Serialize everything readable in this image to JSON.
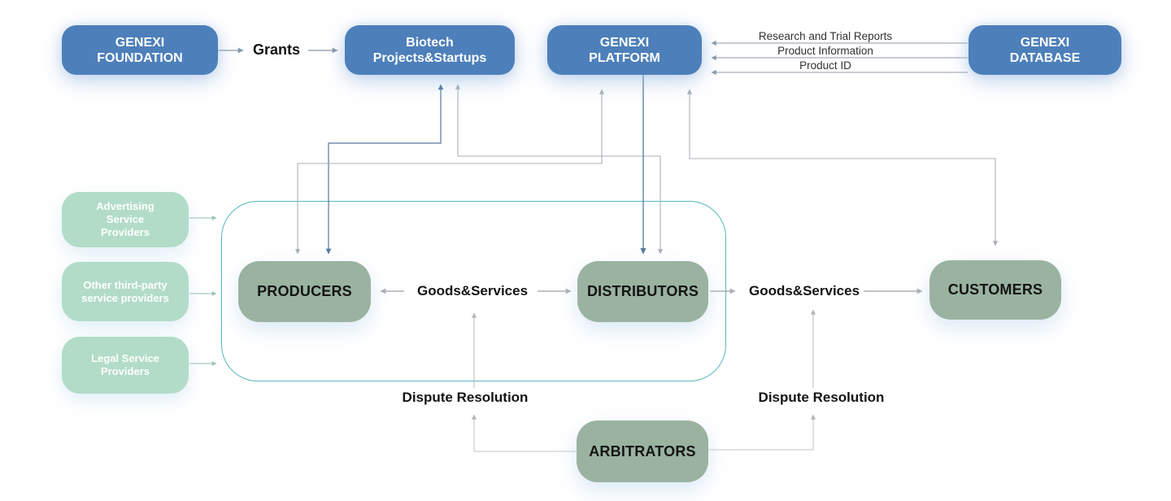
{
  "diagram": {
    "title": "GENEXI ecosystem flow diagram",
    "nodes": {
      "foundation": {
        "label": "GENEXI\nFOUNDATION",
        "type": "platform-entity"
      },
      "biotech": {
        "label": "Biotech\nProjects&Startups",
        "type": "platform-entity"
      },
      "platform": {
        "label": "GENEXI\nPLATFORM",
        "type": "platform-entity"
      },
      "database": {
        "label": "GENEXI\nDATABASE",
        "type": "platform-entity"
      },
      "advertising": {
        "label": "Advertising\nService\nProviders",
        "type": "service-provider"
      },
      "other": {
        "label": "Other third-party\nservice providers",
        "type": "service-provider"
      },
      "legal": {
        "label": "Legal Service\nProviders",
        "type": "service-provider"
      },
      "producers": {
        "label": "PRODUCERS",
        "type": "market-participant"
      },
      "distributors": {
        "label": "DISTRIBUTORS",
        "type": "market-participant"
      },
      "customers": {
        "label": "CUSTOMERS",
        "type": "market-participant"
      },
      "arbitrators": {
        "label": "ARBITRATORS",
        "type": "market-participant"
      }
    },
    "labels": {
      "grants": "Grants",
      "goods1": "Goods&Services",
      "goods2": "Goods&Services",
      "dispute_left": "Dispute Resolution",
      "dispute_right": "Dispute Resolution",
      "db_flows": [
        "Research and Trial Reports",
        "Product Information",
        "Product ID"
      ]
    },
    "edges": [
      {
        "from": "foundation",
        "to": "biotech",
        "label": "Grants",
        "arrows": "end"
      },
      {
        "from": "database",
        "to": "platform",
        "label": "Research and Trial Reports",
        "arrows": "end"
      },
      {
        "from": "database",
        "to": "platform",
        "label": "Product Information",
        "arrows": "end"
      },
      {
        "from": "database",
        "to": "platform",
        "label": "Product ID",
        "arrows": "end"
      },
      {
        "from": "biotech",
        "to": "producers",
        "label": "",
        "arrows": "both"
      },
      {
        "from": "biotech",
        "to": "distributors",
        "label": "",
        "arrows": "both"
      },
      {
        "from": "platform",
        "to": "producers",
        "label": "",
        "arrows": "both"
      },
      {
        "from": "platform",
        "to": "distributors",
        "label": "",
        "arrows": "end"
      },
      {
        "from": "platform",
        "to": "customers",
        "label": "",
        "arrows": "both"
      },
      {
        "from": "producers",
        "to": "distributors",
        "label": "Goods&Services",
        "arrows": "both"
      },
      {
        "from": "distributors",
        "to": "customers",
        "label": "Goods&Services",
        "arrows": "end"
      },
      {
        "from": "arbitrators",
        "to": "producers-distributors trade",
        "label": "Dispute Resolution",
        "arrows": "end"
      },
      {
        "from": "arbitrators",
        "to": "distributors-customers trade",
        "label": "Dispute Resolution",
        "arrows": "end"
      },
      {
        "from": "advertising",
        "to": "marketplace",
        "label": "",
        "arrows": "end"
      },
      {
        "from": "other",
        "to": "marketplace",
        "label": "",
        "arrows": "end"
      },
      {
        "from": "legal",
        "to": "marketplace",
        "label": "",
        "arrows": "end"
      }
    ],
    "colors": {
      "entity_blue": "#4d7fba",
      "participant_sage": "#9ab3a1",
      "provider_mint": "#b2dcc8",
      "marketplace_border_teal": "#5ab6ba",
      "edge_blue": "#53799f",
      "edge_gray": "#a9b0b6",
      "edge_light_gray": "#bfbfbf",
      "edge_mint": "#9fc6b8",
      "label_dark": "#141414"
    }
  }
}
